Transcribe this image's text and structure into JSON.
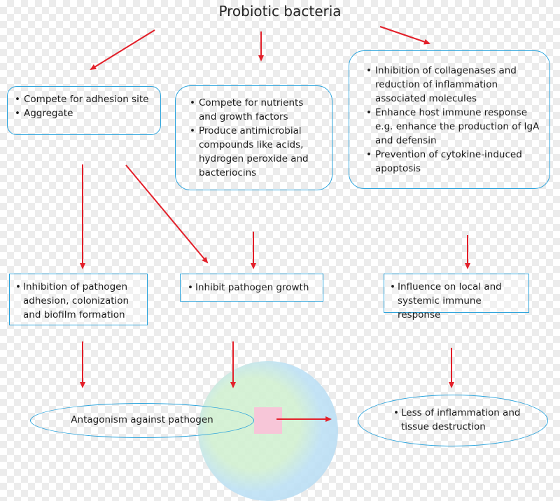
{
  "title": "Probiotic bacteria",
  "boxes": {
    "adhesion": {
      "items": [
        "Compete for adhesion site",
        "Aggregate"
      ]
    },
    "nutrients": {
      "items": [
        "Compete for nutrients and growth factors",
        "Produce antimicrobial compounds like acids, hydrogen peroxide and bacteriocins"
      ]
    },
    "immune": {
      "items": [
        "Inhibition of collagenases and reduction of inflammation associated molecules",
        "Enhance host immune response e.g. enhance the production of IgA and defensin",
        "Prevention of cytokine-induced apoptosis"
      ]
    },
    "inhibition": {
      "text": "Inhibition of pathogen adhesion, colonization and biofilm formation"
    },
    "growth": {
      "text": "Inhibit pathogen growth"
    },
    "influence": {
      "text": "Influence on local and systemic immune response"
    },
    "antagonism": {
      "text": "Antagonism against pathogen"
    },
    "inflammation": {
      "text": "Less of inflammation and tissue destruction"
    }
  },
  "colors": {
    "border": "#2aa3dc",
    "arrow": "#e3202a"
  }
}
